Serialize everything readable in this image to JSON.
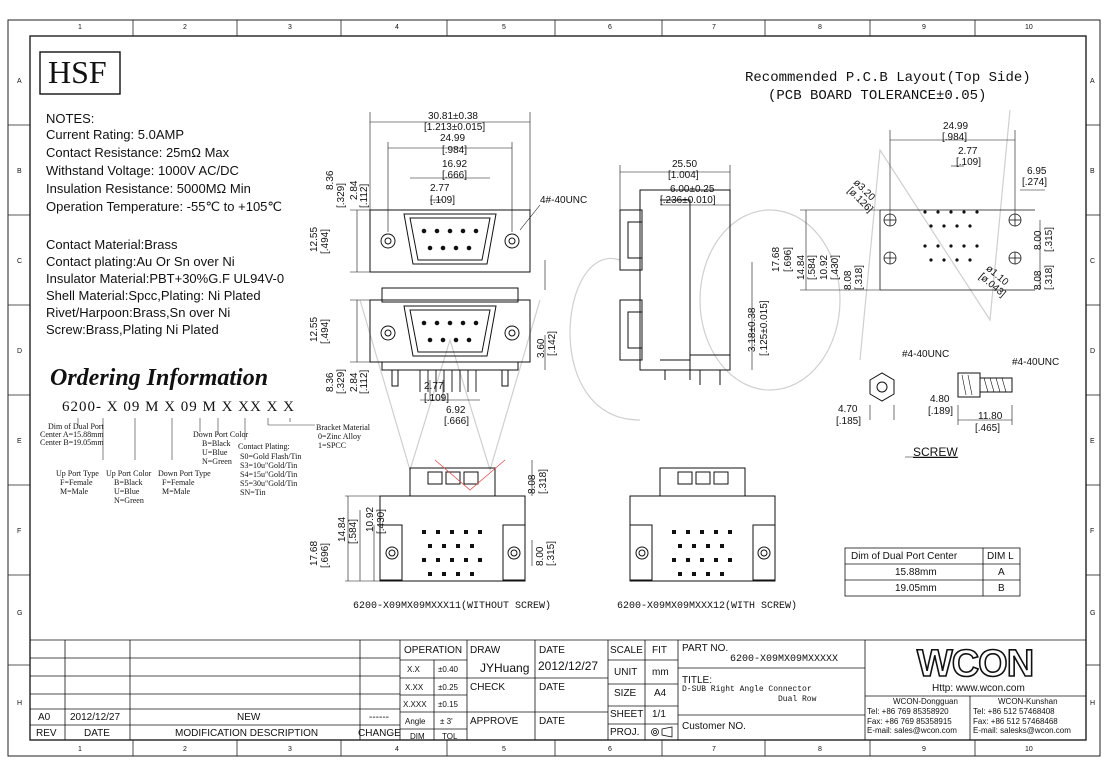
{
  "sheet": {
    "col_labels": [
      "1",
      "2",
      "3",
      "4",
      "5",
      "6",
      "7",
      "8",
      "9",
      "10"
    ],
    "row_labels": [
      "A",
      "B",
      "C",
      "D",
      "E",
      "F",
      "G",
      "H"
    ]
  },
  "logo": {
    "text": "HSF"
  },
  "pcb": {
    "title_line1": "Recommended P.C.B Layout(Top Side)",
    "title_line2": "(PCB BOARD TOLERANCE±0.05)"
  },
  "notes": {
    "heading": "NOTES:",
    "lines": [
      "Current Rating: 5.0AMP",
      "Contact Resistance: 25mΩ Max",
      "Withstand Voltage: 1000V AC/DC",
      "Insulation Resistance: 5000MΩ Min",
      "Operation Temperature: -55℃ to +105℃"
    ],
    "materials": [
      "Contact Material:Brass",
      "Contact plating:Au Or Sn over Ni",
      "Insulator Material:PBT+30%G.F UL94V-0",
      "Shell Material:Spcc,Plating: Ni Plated",
      "Rivet/Harpoon:Brass,Sn over Ni",
      "Screw:Brass,Plating Ni Plated"
    ]
  },
  "ordering": {
    "title": "Ordering Information",
    "code": "6200- X 09 M X 09 M X XX X X",
    "dual_port": [
      "Dim of Dual Port",
      "Center A=15.88mm",
      "Center B=19.05mm"
    ],
    "up_port_type": [
      "Up Port Type",
      "F=Female",
      "M=Male"
    ],
    "up_port_color": [
      "Up Port Color",
      "B=Black",
      "U=Blue",
      "N=Green"
    ],
    "down_port_type": [
      "Down Port Type",
      "F=Female",
      "M=Male"
    ],
    "down_port_color": [
      "Down Port Color",
      "B=Black",
      "U=Blue",
      "N=Green"
    ],
    "contact_plating": [
      "Contact Plating:",
      "S0=Gold Flash/Tin",
      "S3=10u\"Gold/Tin",
      "S4=15u\"Gold/Tin",
      "S5=30u\"Gold/Tin",
      "SN=Tin"
    ],
    "bracket": [
      "Bracket Material",
      "0=Zinc Alloy",
      "1=SPCC"
    ]
  },
  "dims": {
    "front": [
      "30.81±0.38",
      "[1.213±0.015]",
      "24.99",
      "[.984]",
      "16.92",
      "[.666]",
      "2.77",
      "[.109]",
      "4#-40UNC",
      "8.36",
      "[.329]",
      "2.84",
      "[.112]",
      "12.55",
      "[.494]",
      "12.55",
      "[.494]",
      "8.36",
      "[.329]",
      "2.84",
      "[.112]",
      "2.77",
      "[.109]",
      "6.92",
      "[.666]",
      "3.60",
      "[.142]"
    ],
    "side": [
      "25.50",
      "[1.004]",
      "6.00±0.25",
      "[.236±0.010]",
      "3.18±0.38",
      "[.125±0.015]"
    ],
    "pcb": [
      "24.99",
      "[.984]",
      "2.77",
      "[.109]",
      "6.95",
      "[.274]",
      "ø3.20",
      "[ø.126]",
      "17.68",
      "[.696]",
      "14.84",
      "[.584]",
      "10.92",
      "[.430]",
      "8.08",
      "[.318]",
      "8.00",
      "[.315]",
      "ø1.10",
      "[ø.043]",
      "8.08",
      "[.318]"
    ],
    "screw": [
      "#4-40UNC",
      "#4-40UNC",
      "4.80",
      "[.189]",
      "4.70",
      "[.185]",
      "11.80",
      "[.465]"
    ],
    "bottom_left": [
      "8.08",
      "[.318]",
      "10.92",
      "[.430]",
      "14.84",
      "[.584]",
      "17.68",
      "[.696]",
      "8.00",
      "[.315]"
    ]
  },
  "screw_label": "SCREW",
  "caption_left": "6200-X09MX09MXXX11(WITHOUT SCREW)",
  "caption_right": "6200-X09MX09MXXX12(WITH SCREW)",
  "dual_table": {
    "headers": [
      "Dim of Dual Port Center",
      "DIM L"
    ],
    "rows": [
      [
        "15.88mm",
        "A"
      ],
      [
        "19.05mm",
        "B"
      ]
    ]
  },
  "title_block": {
    "rev_headers": [
      "REV",
      "DATE",
      "MODIFICATION DESCRIPTION",
      "CHANGE"
    ],
    "rev_row": [
      "A0",
      "2012/12/27",
      "NEW",
      "------"
    ],
    "operation": "OPERATION",
    "tol": [
      [
        "X.X",
        "±0.40"
      ],
      [
        "X.XX",
        "±0.25"
      ],
      [
        "X.XXX",
        "±0.15"
      ],
      [
        "Angle",
        "± 3'"
      ],
      [
        "DIM",
        "TOL"
      ]
    ],
    "draw": "DRAW",
    "draw_name": "JYHuang",
    "date": "DATE",
    "draw_date": "2012/12/27",
    "check": "CHECK",
    "check_date_label": "DATE",
    "approve": "APPROVE",
    "approve_date_label": "DATE",
    "scale": "SCALE",
    "scale_val": "FIT",
    "unit": "UNIT",
    "unit_val": "mm",
    "size": "SIZE",
    "size_val": "A4",
    "sheet": "SHEET",
    "sheet_val": "1/1",
    "proj": "PROJ.",
    "part_no_label": "PART NO.",
    "part_no": "6200-X09MX09MXXXXX",
    "title_label": "TITLE:",
    "title_1": "D-SUB Right Angle Connector",
    "title_2": "Dual Row",
    "customer": "Customer NO.",
    "brand": "WCON",
    "http": "Http: www.wcon.com",
    "dg_title": "WCON-Dongguan",
    "dg_tel": "Tel: +86 769 85358920",
    "dg_fax": "Fax: +86 769 85358915",
    "dg_mail": "E-mail: sales@wcon.com",
    "ks_title": "WCON-Kunshan",
    "ks_tel": "Tel: +86 512 57468408",
    "ks_fax": "Fax: +86 512 57468468",
    "ks_mail": "E-mail: salesks@wcon.com"
  }
}
